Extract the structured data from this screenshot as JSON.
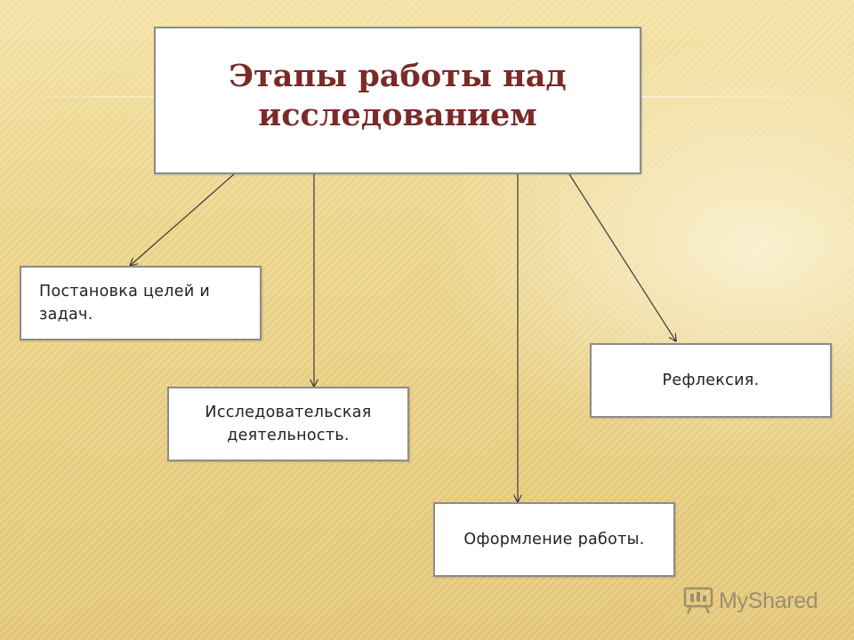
{
  "diagram": {
    "title": "Этапы работы над исследованием",
    "nodes": [
      {
        "id": "goals",
        "label": "Постановка целей и задач."
      },
      {
        "id": "research",
        "label": "Исследовательская деятельность."
      },
      {
        "id": "reflection",
        "label": "Рефлексия."
      },
      {
        "id": "formatting",
        "label": "Оформление работы."
      }
    ],
    "edges": [
      {
        "from": "title",
        "to": "goals"
      },
      {
        "from": "title",
        "to": "research"
      },
      {
        "from": "title",
        "to": "formatting"
      },
      {
        "from": "title",
        "to": "reflection"
      }
    ]
  },
  "watermark": {
    "text": "MyShared",
    "icon": "myshared-logo-icon"
  }
}
